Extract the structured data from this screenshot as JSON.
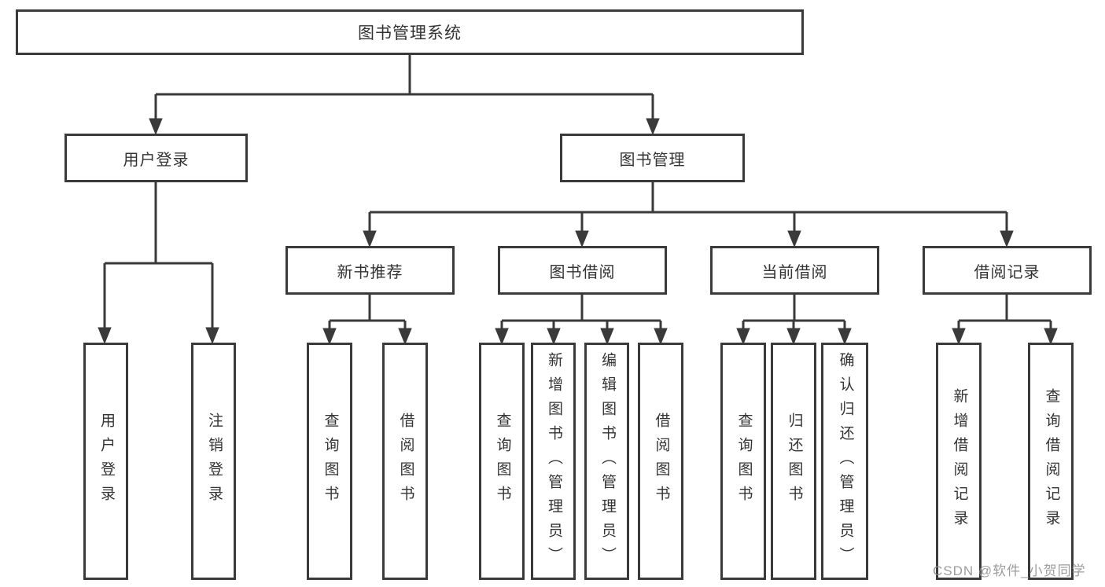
{
  "watermark": "CSDN @软件_小贺同学",
  "diagram": {
    "root": {
      "label": "图书管理系统"
    },
    "branches": [
      {
        "label": "用户登录",
        "children": [
          {
            "label": "用户登录"
          },
          {
            "label": "注销登录"
          }
        ]
      },
      {
        "label": "图书管理",
        "children": [
          {
            "label": "新书推荐",
            "children": [
              {
                "label": "查询图书"
              },
              {
                "label": "借阅图书"
              }
            ]
          },
          {
            "label": "图书借阅",
            "children": [
              {
                "label": "查询图书"
              },
              {
                "label": "新增图书（管理员）"
              },
              {
                "label": "编辑图书（管理员）"
              },
              {
                "label": "借阅图书"
              }
            ]
          },
          {
            "label": "当前借阅",
            "children": [
              {
                "label": "查询图书"
              },
              {
                "label": "归还图书"
              },
              {
                "label": "确认归还（管理员）"
              }
            ]
          },
          {
            "label": "借阅记录",
            "children": [
              {
                "label": "新增借阅记录"
              },
              {
                "label": "查询借阅记录"
              }
            ]
          }
        ]
      }
    ]
  },
  "colors": {
    "line": "#3a3a3a",
    "text": "#333333",
    "background": "#ffffff",
    "watermark": "#919191"
  }
}
